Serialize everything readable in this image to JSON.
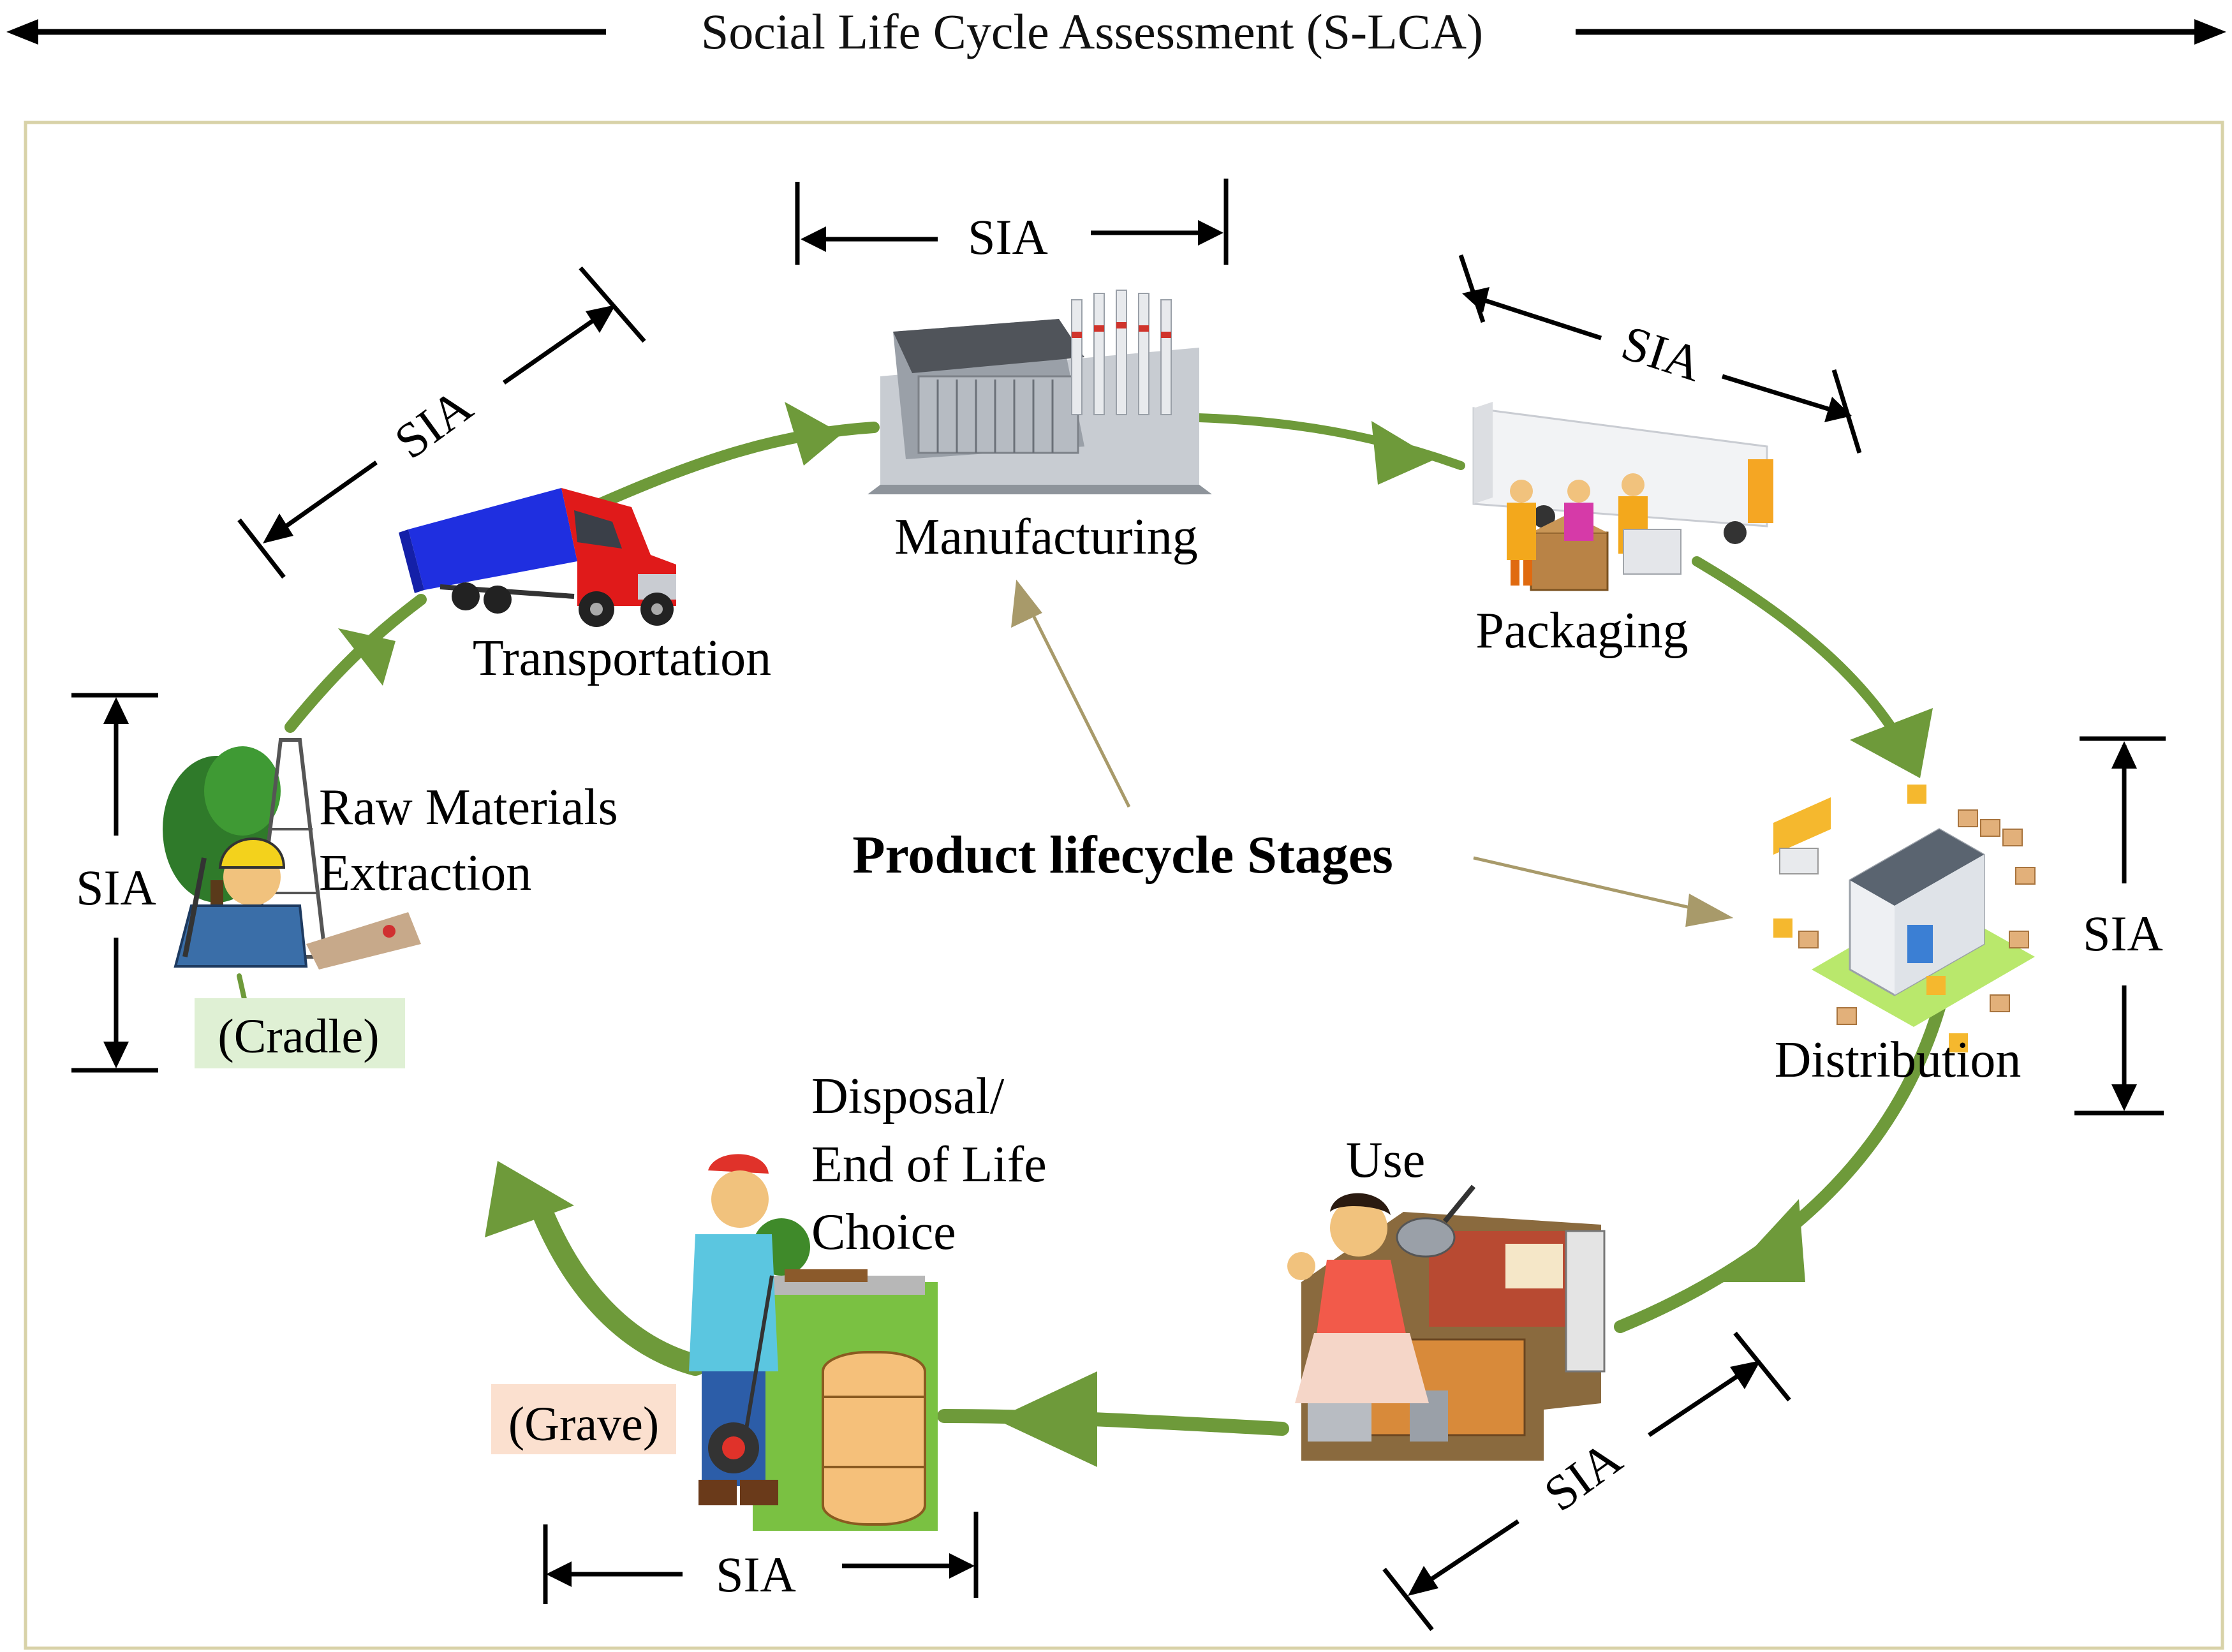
{
  "header": {
    "title": "Social Life Cycle Assessment (S-LCA)"
  },
  "center": {
    "label": "Product lifecycle Stages"
  },
  "sia_label": "SIA",
  "stages": {
    "raw_materials": {
      "line1": "Raw Materials",
      "line2": "Extraction",
      "tag": "(Cradle)"
    },
    "transportation": {
      "label": "Transportation"
    },
    "manufacturing": {
      "label": "Manufacturing"
    },
    "packaging": {
      "label": "Packaging"
    },
    "distribution": {
      "label": "Distribution"
    },
    "use": {
      "label": "Use"
    },
    "disposal": {
      "line1": "Disposal/",
      "line2": "End of Life",
      "line3": "Choice",
      "tag": "(Grave)"
    }
  },
  "colors": {
    "cycle_arrow": "#6e9a3a",
    "pointer_arrow": "#a89a6a",
    "frame": "#d8d2a8",
    "cradle_highlight": "#dff0d4",
    "grave_highlight": "#fbe0cf",
    "truck_trailer": "#1f2fe0",
    "truck_cab": "#e01a1a"
  }
}
